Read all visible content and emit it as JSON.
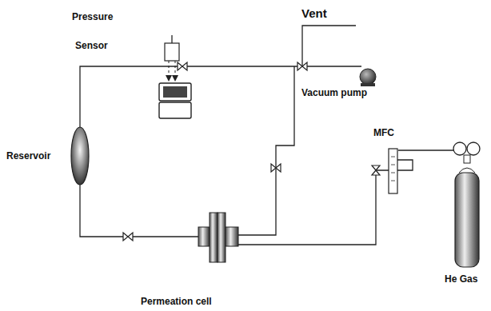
{
  "diagram": {
    "labels": [
      "Pressure",
      "Sensor",
      "Vent",
      "Vacuum pump",
      "MFC",
      "Reservoir",
      "He Gas",
      "Permeation cell"
    ]
  }
}
